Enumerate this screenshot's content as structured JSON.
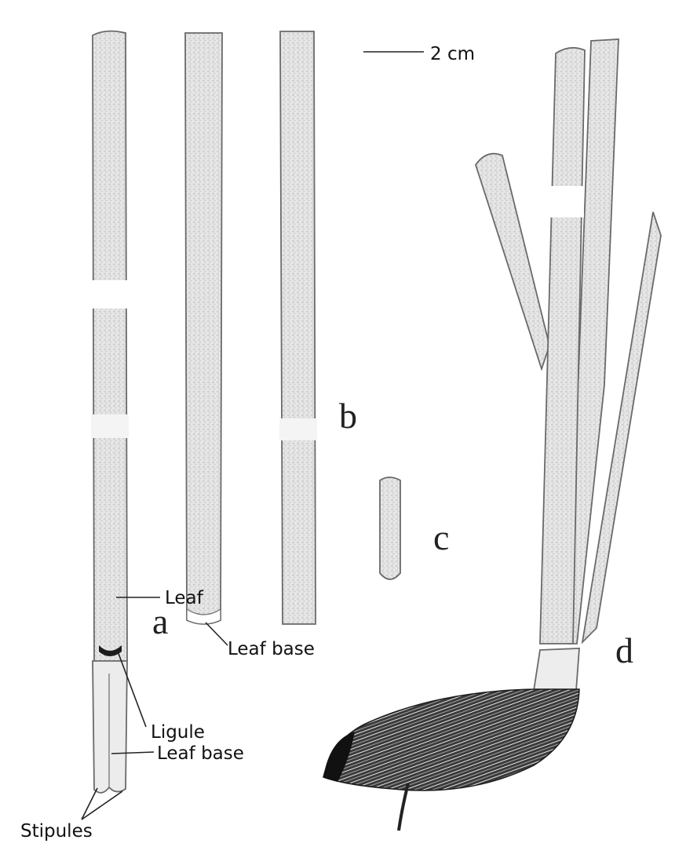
{
  "scale_bar": {
    "label": "2 cm"
  },
  "panels": {
    "a": "a",
    "b": "b",
    "c": "c",
    "d": "d"
  },
  "labels": {
    "leaf_base_top": "Leaf base",
    "leaf": "Leaf",
    "ligule": "Ligule",
    "leaf_base": "Leaf base",
    "stipules": "Stipules"
  },
  "colors": {
    "stem_fill": "#e3e3e3",
    "outline": "#6a6a6a",
    "ink": "#222222"
  }
}
